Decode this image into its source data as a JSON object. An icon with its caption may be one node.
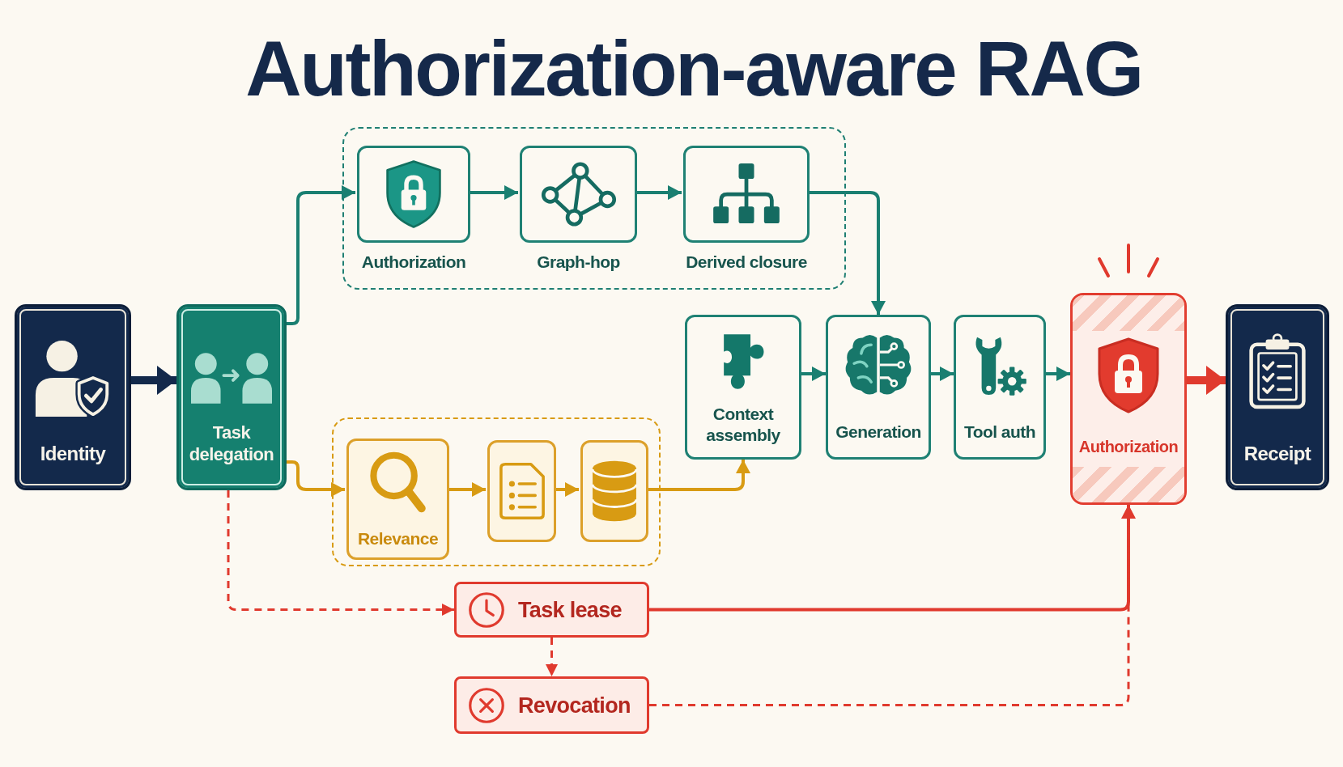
{
  "diagram": {
    "title": "Authorization-aware RAG",
    "nodes": [
      {
        "text": [
          "Identity"
        ]
      },
      {
        "text": [
          "Task delegation"
        ]
      },
      {
        "text": [],
        "shape": "box"
      },
      {
        "text": [
          "Authorization"
        ],
        "in": 2
      },
      {
        "text": [
          "Graph-hop"
        ],
        "in": 2
      },
      {
        "text": [
          "Derived closure"
        ],
        "in": 2
      },
      {
        "text": [],
        "shape": "box"
      },
      {
        "text": [
          "Relevance"
        ],
        "in": 6
      },
      {
        "text": [],
        "shape": "box",
        "in": 6
      },
      {
        "text": [],
        "shape": "box",
        "in": 6
      },
      {
        "text": [
          "Context assembly"
        ]
      },
      {
        "text": [
          "Generation"
        ]
      },
      {
        "text": [
          "Tool auth"
        ]
      },
      {
        "text": [
          "Authorization"
        ]
      },
      {
        "text": [
          "Receipt"
        ]
      },
      {
        "text": [
          "Task lease"
        ]
      },
      {
        "text": [
          "Revocation"
        ]
      }
    ],
    "edges": [
      {
        "from": 0,
        "to": 1,
        "arrow": "to",
        "style": "thick",
        "color": "#13294b"
      },
      {
        "from": 1,
        "to": 3,
        "arrow": "to"
      },
      {
        "from": 3,
        "to": 4,
        "arrow": "to"
      },
      {
        "from": 4,
        "to": 5,
        "arrow": "to"
      },
      {
        "from": 5,
        "to": 11,
        "arrow": "to"
      },
      {
        "from": 1,
        "to": 7,
        "arrow": "to",
        "color": "#d89b13"
      },
      {
        "from": 7,
        "to": 8,
        "arrow": "to",
        "color": "#d89b13"
      },
      {
        "from": 8,
        "to": 9,
        "arrow": "to",
        "color": "#d89b13"
      },
      {
        "from": 9,
        "to": 10,
        "arrow": "to",
        "color": "#d89b13"
      },
      {
        "from": 10,
        "to": 11,
        "arrow": "to"
      },
      {
        "from": 11,
        "to": 12,
        "arrow": "to"
      },
      {
        "from": 12,
        "to": 13,
        "arrow": "to"
      },
      {
        "from": 13,
        "to": 14,
        "arrow": "to",
        "style": "thick",
        "color": "#e03a2e"
      },
      {
        "from": 1,
        "to": 15,
        "arrow": "to",
        "style": "dashed",
        "color": "#e03a2e"
      },
      {
        "from": 15,
        "to": 13,
        "arrow": "to",
        "color": "#e03a2e"
      },
      {
        "from": 15,
        "to": 16,
        "arrow": "to",
        "style": "dashed",
        "color": "#e03a2e"
      },
      {
        "from": 16,
        "to": 13,
        "arrow": "to",
        "style": "dashed",
        "color": "#e03a2e"
      }
    ]
  }
}
